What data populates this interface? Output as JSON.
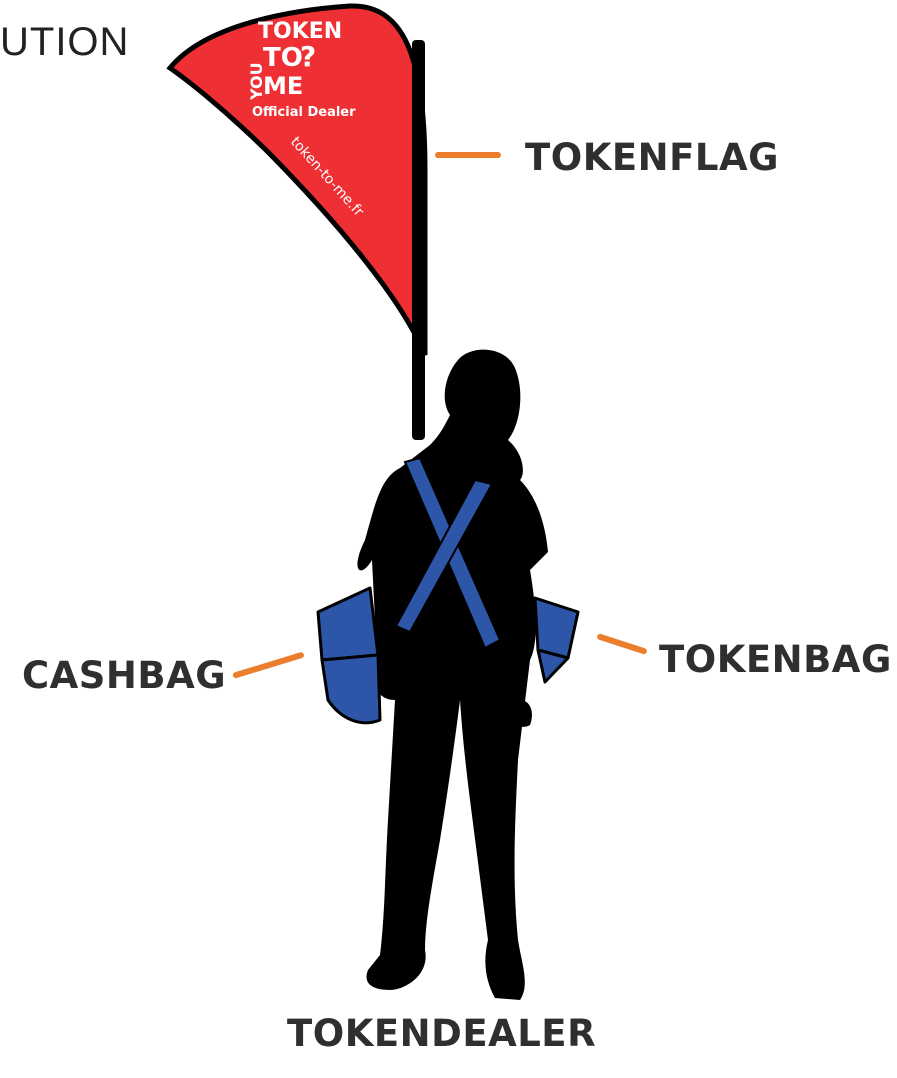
{
  "heading_fragment": "UTION",
  "labels": {
    "flag": "TOKENFLAG",
    "bag": "TOKENBAG",
    "cashbag": "CASHBAG",
    "dealer": "TOKENDEALER"
  },
  "flag_print": {
    "brand_line1": "TOKEN",
    "brand_line2": "TO",
    "brand_line3": "ME",
    "brand_you": "YOU",
    "brand_q": "?",
    "dealer_text": "Official Dealer",
    "url": "token-to-me.fr"
  },
  "colors": {
    "flag_red": "#ee3035",
    "strap_blue": "#2d56a8",
    "silhouette": "#000000",
    "leader_orange": "#ea7e2c",
    "label_text": "#2f2f2f"
  }
}
